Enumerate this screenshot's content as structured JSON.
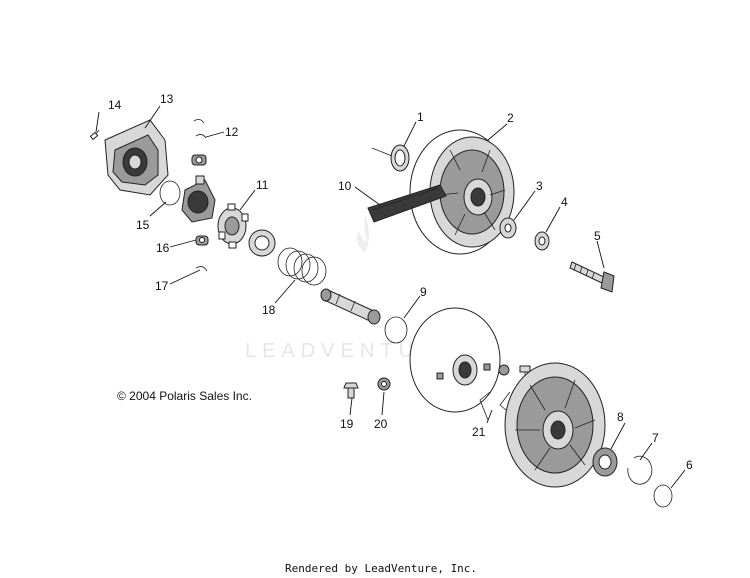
{
  "copyright": "© 2004 Polaris Sales Inc.",
  "footer": "Rendered by LeadVenture, Inc.",
  "watermark": "LEADVENTURE",
  "callouts": [
    "1",
    "2",
    "3",
    "4",
    "5",
    "6",
    "7",
    "8",
    "9",
    "10",
    "11",
    "12",
    "13",
    "14",
    "15",
    "16",
    "17",
    "18",
    "19",
    "20",
    "21"
  ]
}
